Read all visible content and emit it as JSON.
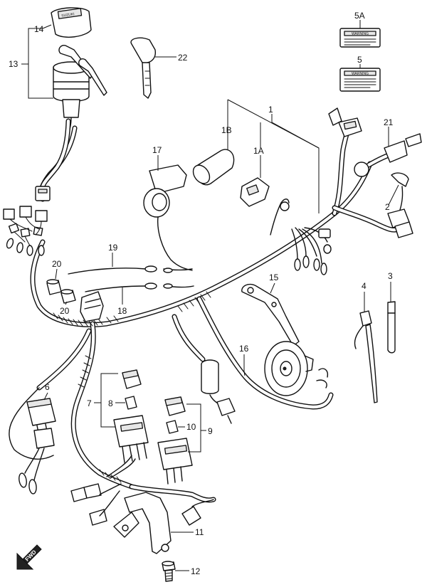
{
  "callouts": {
    "c1": "1",
    "c1a": "1A",
    "c1b": "1B",
    "c2": "2",
    "c3": "3",
    "c4": "4",
    "c5": "5",
    "c5a": "5A",
    "c6": "6",
    "c7": "7",
    "c8": "8",
    "c9": "9",
    "c10": "10",
    "c11": "11",
    "c12": "12",
    "c13": "13",
    "c14": "14",
    "c15": "15",
    "c16": "16",
    "c17": "17",
    "c18": "18",
    "c19": "19",
    "c20a": "20",
    "c20b": "20",
    "c21": "21",
    "c22": "22"
  },
  "ignition_cap_text": "SUZUKI",
  "fwd_arrow": "FWD",
  "label_text": {
    "warning": "WARNING"
  }
}
